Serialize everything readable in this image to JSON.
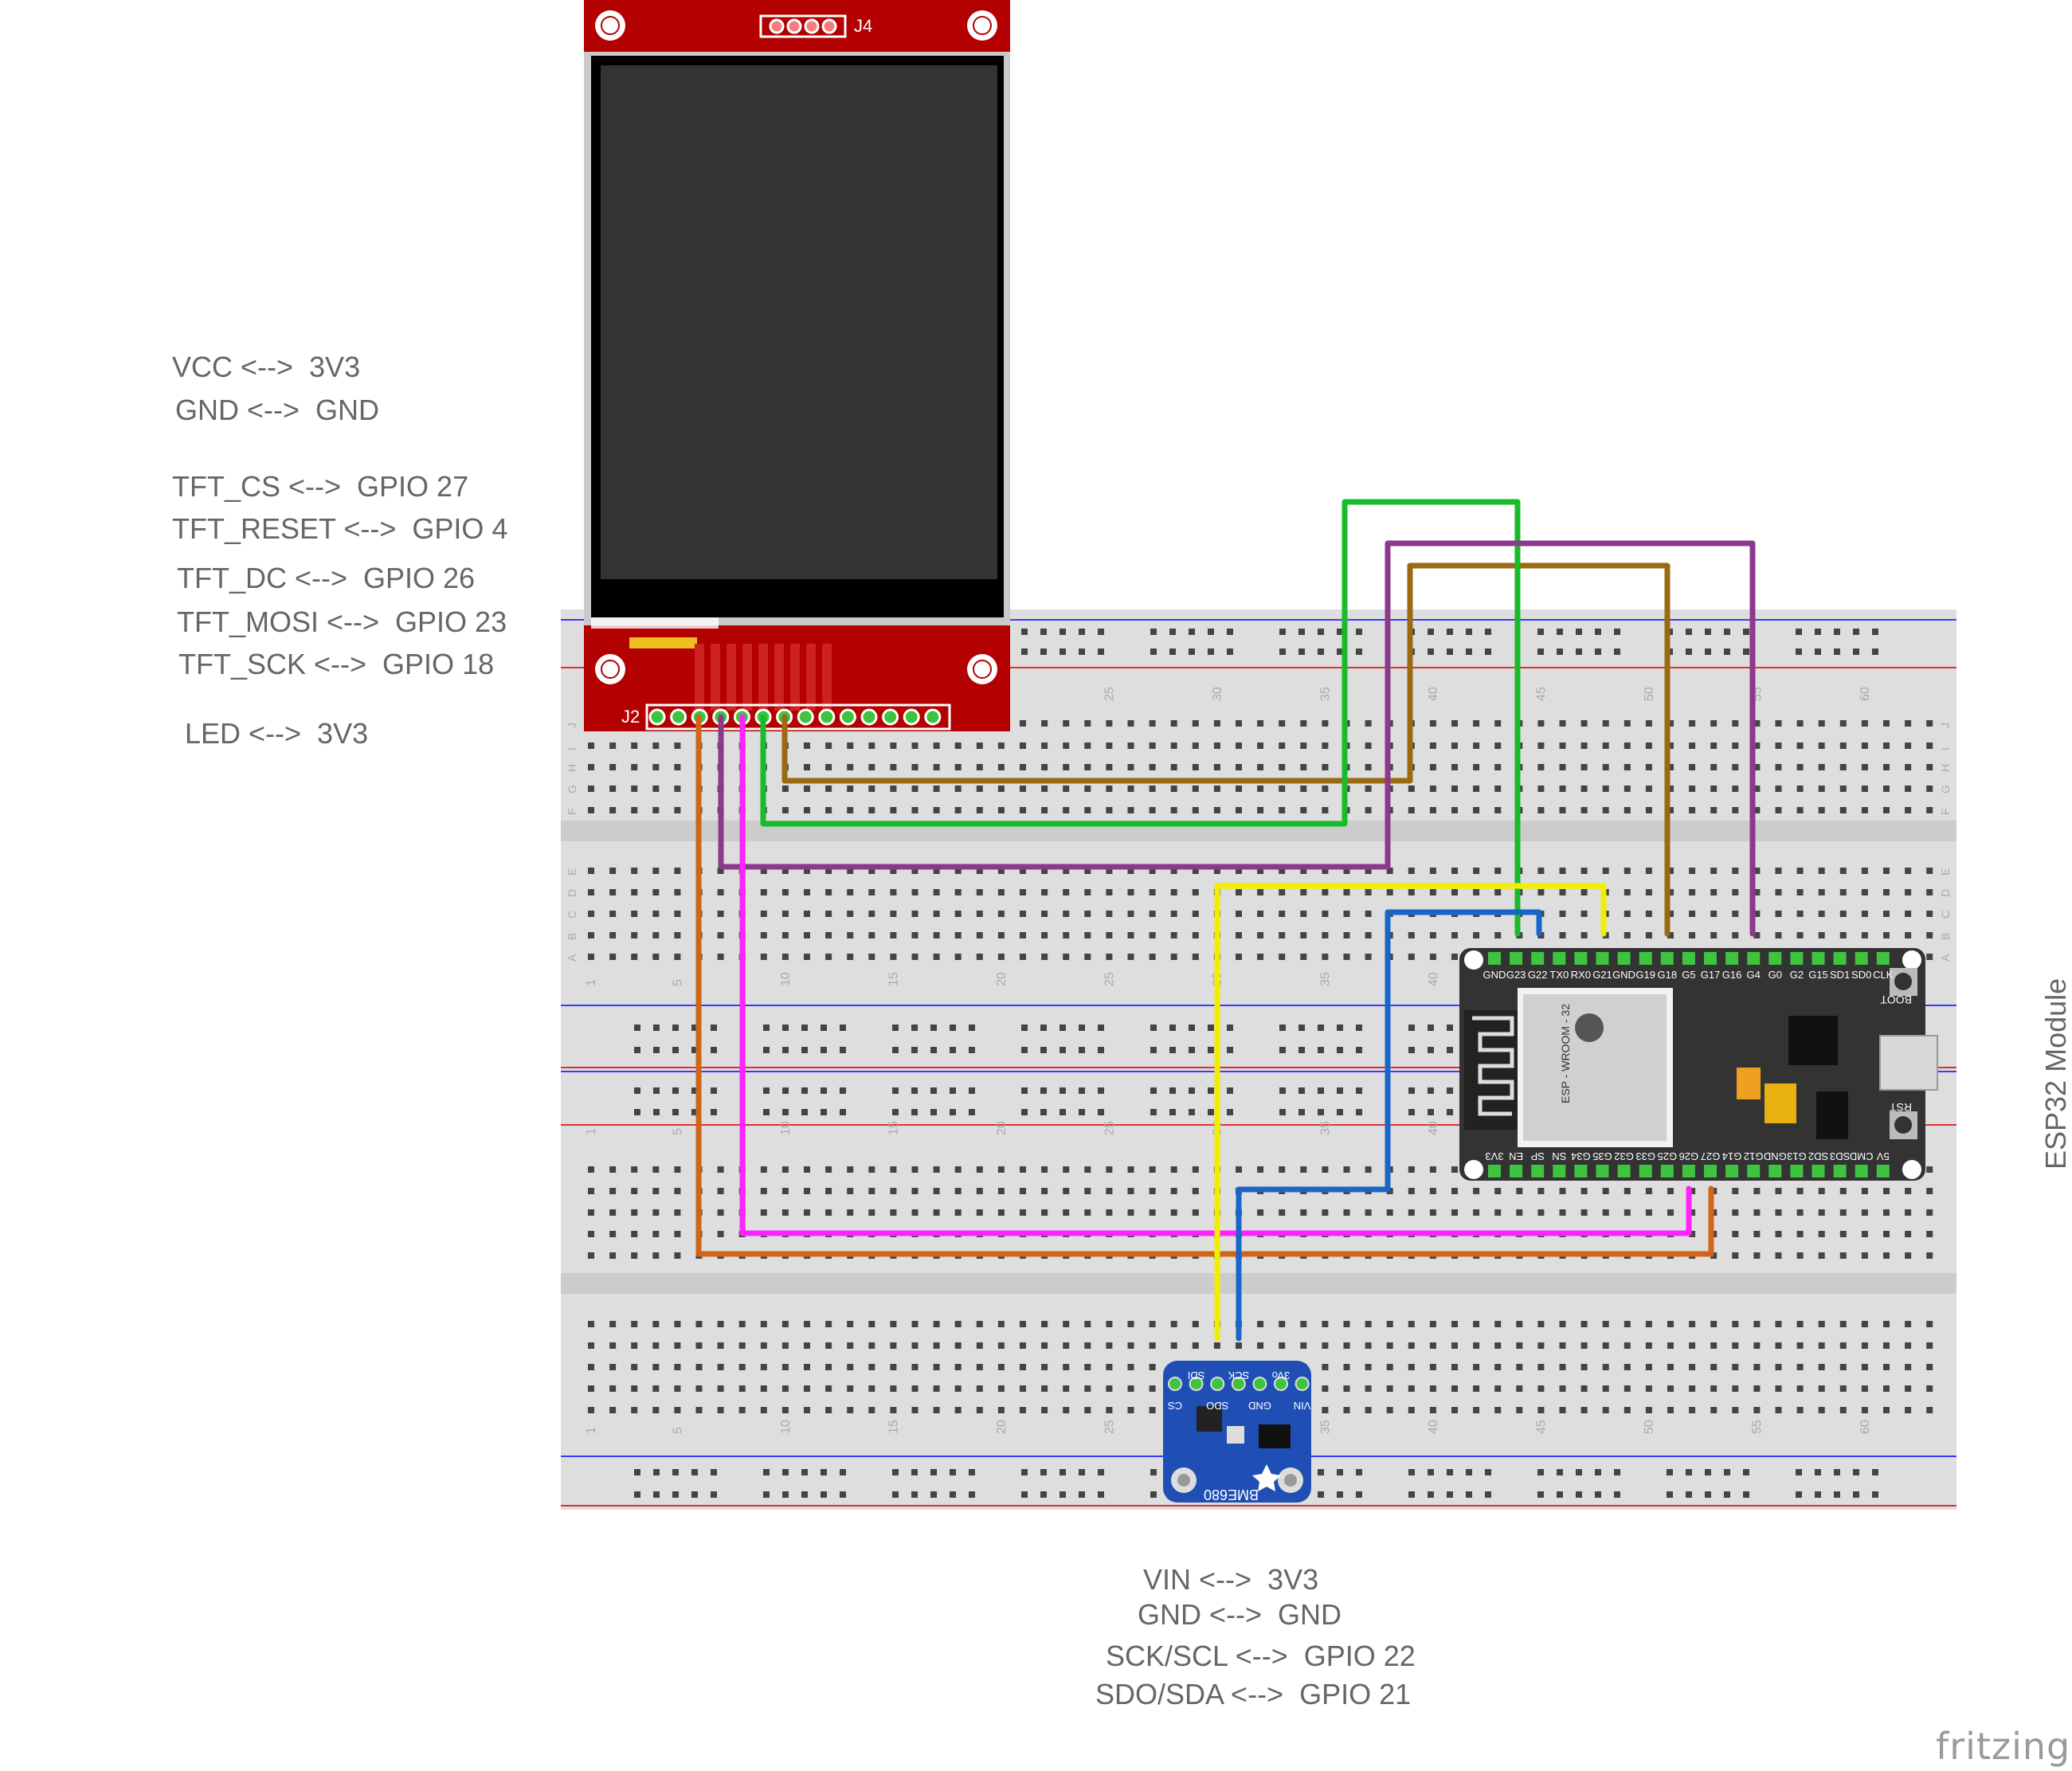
{
  "tft_notes": [
    {
      "text": "VCC <-->  3V3"
    },
    {
      "text": "GND <-->  GND"
    },
    {
      "text": "TFT_CS <-->  GPIO 27"
    },
    {
      "text": "TFT_RESET <-->  GPIO 4"
    },
    {
      "text": "TFT_DC <-->  GPIO 26"
    },
    {
      "text": "TFT_MOSI <-->  GPIO 23"
    },
    {
      "text": "TFT_SCK <-->  GPIO 18"
    },
    {
      "text": "LED <-->  3V3"
    }
  ],
  "bme_notes": [
    {
      "text": "VIN <-->  3V3"
    },
    {
      "text": "GND <-->  GND"
    },
    {
      "text": "SCK/SCL <-->  GPIO 22"
    },
    {
      "text": "SDO/SDA <-->  GPIO 21"
    }
  ],
  "module_label": "ESP32 Module",
  "fritzing_logo": "fritzing",
  "tft": {
    "top_header": "J4",
    "bottom_header": "J2"
  },
  "bme680": {
    "name": "BME680",
    "pins_top": [
      "CS",
      "SDI",
      "SDO",
      "SCK",
      "GND",
      "3Vo",
      "VIN"
    ]
  },
  "esp32": {
    "pins_top": [
      "GND",
      "G23",
      "G22",
      "TX0",
      "RX0",
      "G21",
      "GND",
      "G19",
      "G18",
      "G5",
      "G17",
      "G16",
      "G4",
      "G0",
      "G2",
      "G15",
      "SD1",
      "SD0",
      "CLK"
    ],
    "pins_bottom": [
      "3V3",
      "EN",
      "SP",
      "SN",
      "G34",
      "G35",
      "G32",
      "G33",
      "G25",
      "G26",
      "G27",
      "G14",
      "G12",
      "GND",
      "G13",
      "SD2",
      "SD3",
      "CMD",
      "5V"
    ],
    "chip_label": "ESP - WROOM - 32",
    "boot_label": "BOOT",
    "rst_label": "RST"
  },
  "breadboard": {
    "row_letters_top": [
      "J",
      "I",
      "H",
      "G",
      "F",
      "E",
      "D",
      "C",
      "B",
      "A"
    ],
    "column_numbers": [
      "1",
      "5",
      "10",
      "15",
      "20",
      "25",
      "30",
      "35",
      "40",
      "45",
      "50",
      "55",
      "60"
    ]
  },
  "colors": {
    "wire_orange": "#d0651a",
    "wire_magenta": "#ff22ff",
    "wire_purple": "#8b3a8b",
    "wire_brown": "#9a6a12",
    "wire_green": "#19bb2a",
    "wire_yellow": "#f2ee00",
    "wire_blue": "#1a66c8",
    "tft_board": "#b30000",
    "bme_board": "#1f4fb5",
    "esp_board": "#333333"
  }
}
